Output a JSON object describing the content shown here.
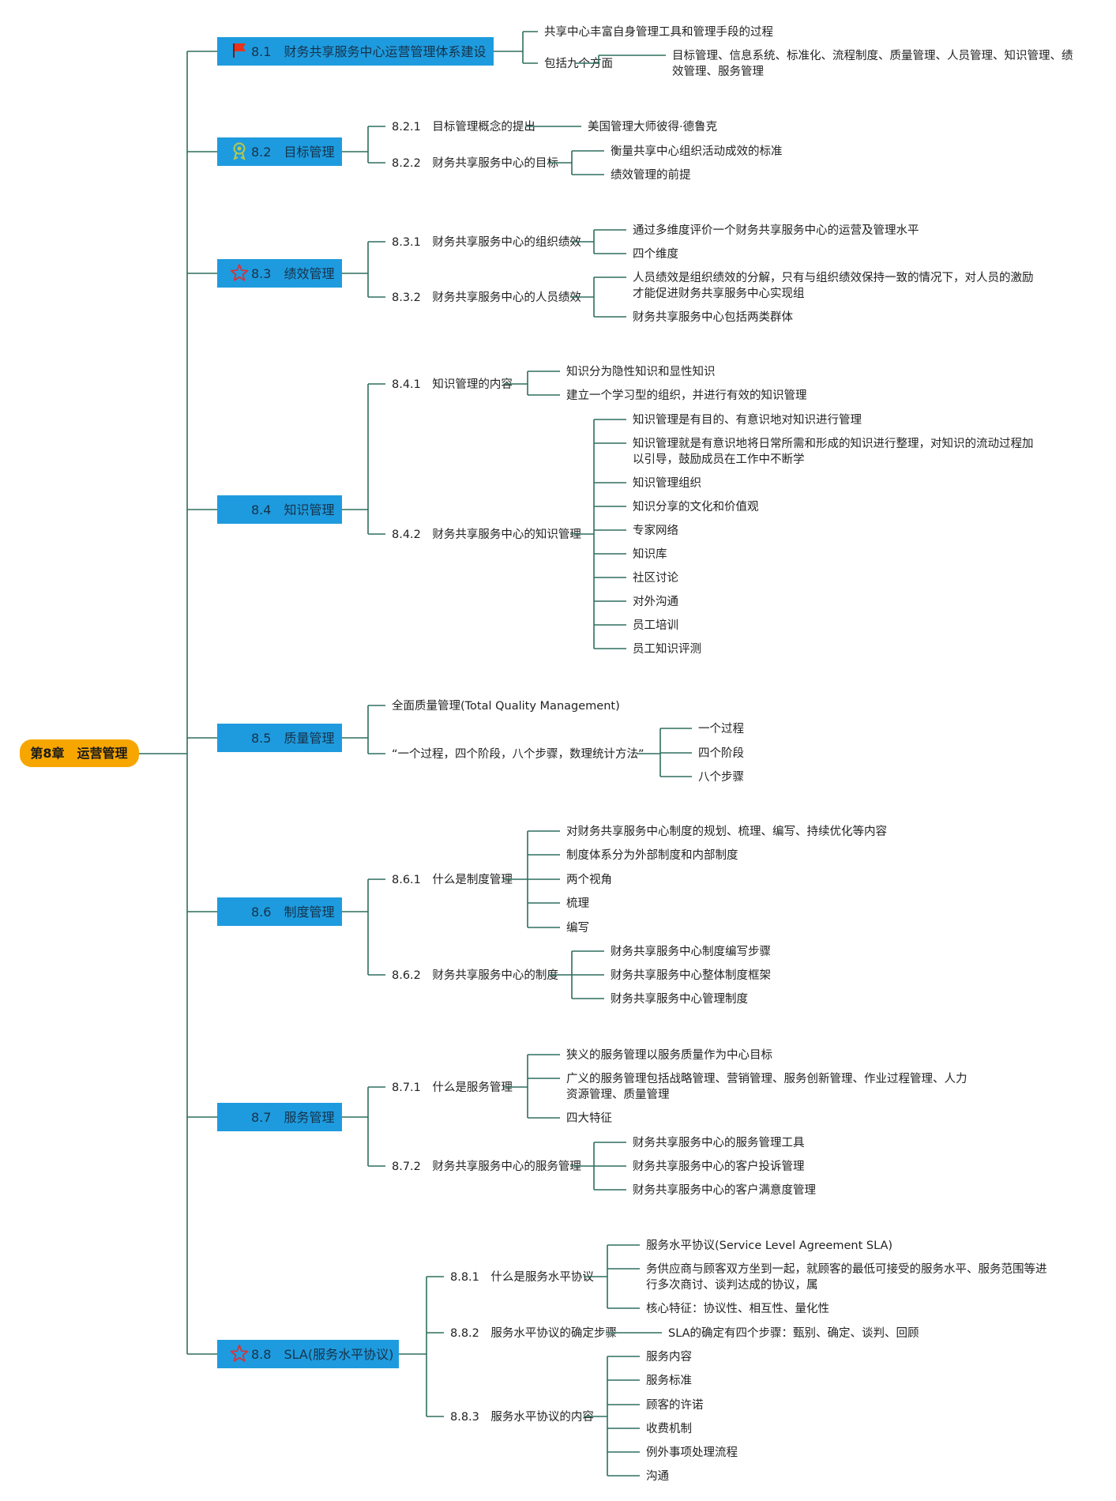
{
  "root": {
    "label": "第8章　运营管理"
  },
  "colors": {
    "root_fill": "#f7a600",
    "section_fill": "#1e9bde",
    "line": "#2e6e5e"
  },
  "sections": [
    {
      "label": "8.1　财务共享服务中心运营管理体系建设",
      "icon": "red-flag-icon",
      "children": [
        {
          "label": "共享中心丰富自身管理工具和管理手段的过程"
        },
        {
          "label": "包括九个方面",
          "children": [
            {
              "label": "目标管理、信息系统、标准化、流程制度、质量管理、人员管理、知识管理、绩效管理、服务管理"
            }
          ]
        }
      ]
    },
    {
      "label": "8.2　目标管理",
      "icon": "award-ribbon-icon",
      "children": [
        {
          "label": "8.2.1　目标管理概念的提出",
          "children": [
            {
              "label": "美国管理大师彼得·德鲁克"
            }
          ]
        },
        {
          "label": "8.2.2　财务共享服务中心的目标",
          "children": [
            {
              "label": "衡量共享中心组织活动成效的标准"
            },
            {
              "label": "绩效管理的前提"
            }
          ]
        }
      ]
    },
    {
      "label": "8.3　绩效管理",
      "icon": "star-outline-icon",
      "children": [
        {
          "label": "8.3.1　财务共享服务中心的组织绩效",
          "children": [
            {
              "label": "通过多维度评价一个财务共享服务中心的运营及管理水平"
            },
            {
              "label": "四个维度"
            }
          ]
        },
        {
          "label": "8.3.2　财务共享服务中心的人员绩效",
          "children": [
            {
              "label": "人员绩效是组织绩效的分解，只有与组织绩效保持一致的情况下，对人员的激励才能促进财务共享服务中心实现组"
            },
            {
              "label": "财务共享服务中心包括两类群体"
            }
          ]
        }
      ]
    },
    {
      "label": "8.4　知识管理",
      "icon": "",
      "children": [
        {
          "label": "8.4.1　知识管理的内容",
          "children": [
            {
              "label": "知识分为隐性知识和显性知识"
            },
            {
              "label": "建立一个学习型的组织，并进行有效的知识管理"
            }
          ]
        },
        {
          "label": "8.4.2　财务共享服务中心的知识管理",
          "children": [
            {
              "label": "知识管理是有目的、有意识地对知识进行管理"
            },
            {
              "label": "知识管理就是有意识地将日常所需和形成的知识进行整理，对知识的流动过程加以引导，鼓励成员在工作中不断学"
            },
            {
              "label": "知识管理组织"
            },
            {
              "label": "知识分享的文化和价值观"
            },
            {
              "label": "专家网络"
            },
            {
              "label": "知识库"
            },
            {
              "label": "社区讨论"
            },
            {
              "label": "对外沟通"
            },
            {
              "label": "员工培训"
            },
            {
              "label": "员工知识评测"
            }
          ]
        }
      ]
    },
    {
      "label": "8.5　质量管理",
      "icon": "",
      "children": [
        {
          "label": "全面质量管理(Total Quality Management)"
        },
        {
          "label": "“一个过程，四个阶段，八个步骤，数理统计方法”",
          "children": [
            {
              "label": "一个过程"
            },
            {
              "label": "四个阶段"
            },
            {
              "label": "八个步骤"
            }
          ]
        }
      ]
    },
    {
      "label": "8.6　制度管理",
      "icon": "",
      "children": [
        {
          "label": "8.6.1　什么是制度管理",
          "children": [
            {
              "label": "对财务共享服务中心制度的规划、梳理、编写、持续优化等内容"
            },
            {
              "label": "制度体系分为外部制度和内部制度"
            },
            {
              "label": "两个视角"
            },
            {
              "label": "梳理"
            },
            {
              "label": "编写"
            }
          ]
        },
        {
          "label": "8.6.2　财务共享服务中心的制度",
          "children": [
            {
              "label": "财务共享服务中心制度编写步骤"
            },
            {
              "label": "财务共享服务中心整体制度框架"
            },
            {
              "label": "财务共享服务中心管理制度"
            }
          ]
        }
      ]
    },
    {
      "label": "8.7　服务管理",
      "icon": "",
      "children": [
        {
          "label": "8.7.1　什么是服务管理",
          "children": [
            {
              "label": "狭义的服务管理以服务质量作为中心目标"
            },
            {
              "label": "广义的服务管理包括战略管理、营销管理、服务创新管理、作业过程管理、人力资源管理、质量管理"
            },
            {
              "label": "四大特征"
            }
          ]
        },
        {
          "label": "8.7.2　财务共享服务中心的服务管理",
          "children": [
            {
              "label": "财务共享服务中心的服务管理工具"
            },
            {
              "label": "财务共享服务中心的客户投诉管理"
            },
            {
              "label": "财务共享服务中心的客户满意度管理"
            }
          ]
        }
      ]
    },
    {
      "label": "8.8　SLA(服务水平协议)",
      "icon": "star-outline-icon",
      "children": [
        {
          "label": "8.8.1　什么是服务水平协议",
          "children": [
            {
              "label": "服务水平协议(Service Level Agreement SLA)"
            },
            {
              "label": "务供应商与顾客双方坐到一起，就顾客的最低可接受的服务水平、服务范围等进行多次商讨、谈判达成的协议，属"
            },
            {
              "label": "核心特征：协议性、相互性、量化性"
            }
          ]
        },
        {
          "label": "8.8.2　服务水平协议的确定步骤",
          "children": [
            {
              "label": "SLA的确定有四个步骤：甄别、确定、谈判、回顾"
            }
          ]
        },
        {
          "label": "8.8.3　服务水平协议的内容",
          "children": [
            {
              "label": "服务内容"
            },
            {
              "label": "服务标准"
            },
            {
              "label": "顾客的许诺"
            },
            {
              "label": "收费机制"
            },
            {
              "label": "例外事项处理流程"
            },
            {
              "label": "沟通"
            }
          ]
        }
      ]
    }
  ]
}
